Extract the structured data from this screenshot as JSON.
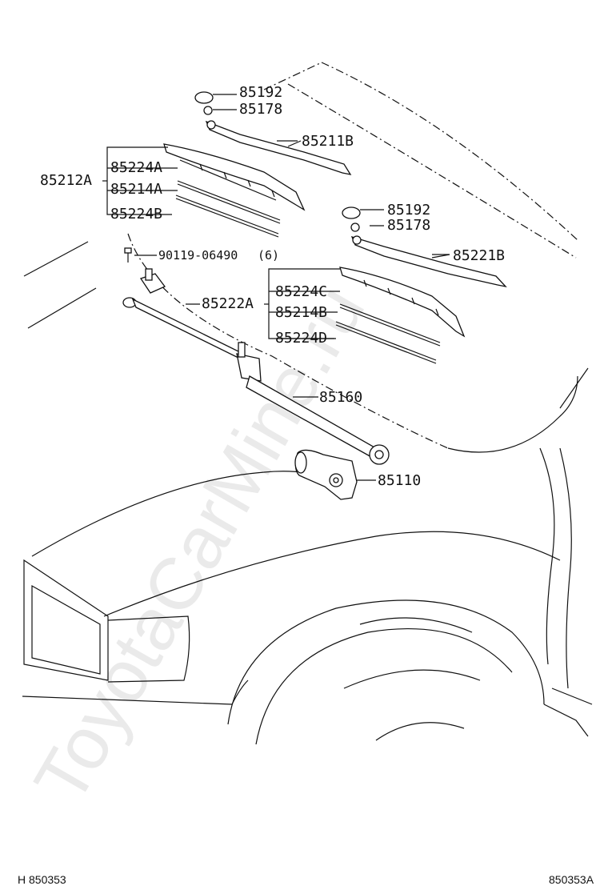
{
  "watermark": "ToyotaCarMine.ru",
  "footer": {
    "left": "H 850353",
    "right": "850353A"
  },
  "parts": {
    "cap_left": "85192",
    "nut_left": "85178",
    "arm_left": "85211B",
    "blade_assy_left": "85212A",
    "blade_left_a": "85224A",
    "rubber_left": "85214A",
    "blade_left_b": "85224B",
    "bolt": "90119-06490",
    "bolt_qty": "(6)",
    "link_assy": "85222A",
    "cap_right": "85192",
    "nut_right": "85178",
    "arm_right": "85221B",
    "blade_right_c": "85224C",
    "rubber_right": "85214B",
    "blade_right_d": "85224D",
    "link_rod": "85160",
    "motor": "85110"
  }
}
